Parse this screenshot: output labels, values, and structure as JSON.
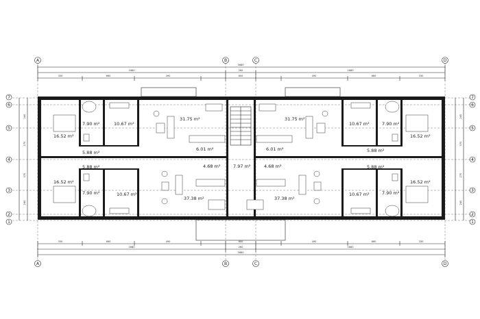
{
  "axes": {
    "columns": [
      "A",
      "B",
      "C",
      "D"
    ],
    "rows": [
      "1",
      "2",
      "3",
      "4",
      "5",
      "6",
      "7"
    ]
  },
  "dimensions": {
    "top_total": "3680",
    "top_halves": [
      "1680",
      "1680"
    ],
    "top_segments": [
      "330",
      "660",
      "490",
      "600",
      "490",
      "660",
      "330"
    ],
    "top_center": "260",
    "bottom_total": "3680",
    "bottom_halves": [
      "1680",
      "1680"
    ],
    "bottom_segments": [
      "330",
      "660",
      "490",
      "600",
      "490",
      "660",
      "330"
    ],
    "bottom_center": "260",
    "side_segments": [
      "240",
      "270",
      "370",
      "370",
      "270",
      "240"
    ]
  },
  "rooms": {
    "top_left_bed": "16.52 m²",
    "top_left_bath": "7.90 m²",
    "top_left_small": "10.67 m²",
    "top_left_hall": "5.88 m²",
    "top_left_living": "31.75 m²",
    "top_left_corridor": "6.01 m²",
    "top_right_living": "31.75 m²",
    "top_right_corridor": "6.01 m²",
    "top_right_small": "10.67 m²",
    "top_right_bath": "7.90 m²",
    "top_right_bed": "16.52 m²",
    "top_right_hall": "5.88 m²",
    "bot_left_hall": "5.88 m²",
    "bot_left_bed": "16.52 m²",
    "bot_left_bath": "7.90 m²",
    "bot_left_small": "10.67 m²",
    "bot_left_corridor": "4.68 m²",
    "bot_left_living": "37.38 m²",
    "stair": "7.97 m²",
    "bot_right_corridor": "4.68 m²",
    "bot_right_living": "37.38 m²",
    "bot_right_hall": "5.88 m²",
    "bot_right_small": "10.67 m²",
    "bot_right_bath": "7.90 m²",
    "bot_right_bed": "16.52 m²"
  }
}
